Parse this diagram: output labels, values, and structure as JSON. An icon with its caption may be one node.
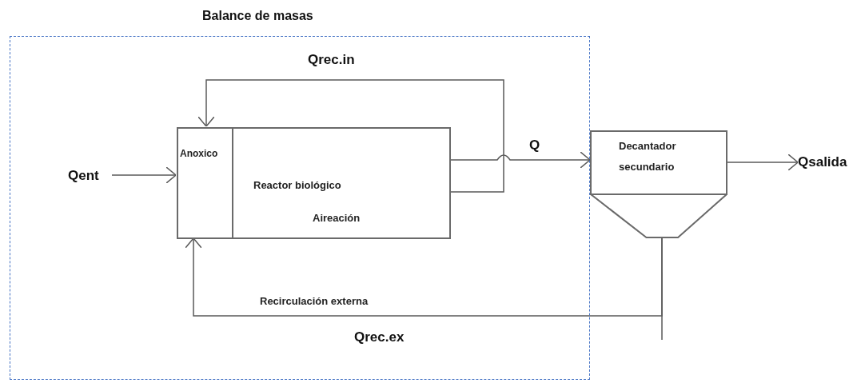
{
  "diagram": {
    "nodes": [
      {
        "text": [
          "Balance de masas"
        ]
      },
      {
        "text": [
          "Reactor biológico",
          "Aireación"
        ],
        "in": 0
      },
      {
        "text": [
          "Anoxico"
        ],
        "in": 1
      },
      {
        "text": [
          "Decantador secundario"
        ]
      },
      {
        "text": [
          "Qent"
        ],
        "in": 0
      },
      {
        "text": [
          "Qsalida"
        ]
      }
    ],
    "edges": [
      {
        "from": 4,
        "to": 2,
        "arrow": "to"
      },
      {
        "from": 1,
        "to": 3,
        "arrow": "to",
        "label": "Q"
      },
      {
        "from": 1,
        "to": 2,
        "arrow": "to",
        "label": "Qrec.in"
      },
      {
        "from": 3,
        "to": 2,
        "arrow": "to",
        "label": "Qrec.ex"
      },
      {
        "from": 3,
        "to": null,
        "arrow": "none"
      },
      {
        "from": 3,
        "to": 5,
        "arrow": "to"
      }
    ],
    "labels": [
      "Recirculación externa"
    ]
  }
}
